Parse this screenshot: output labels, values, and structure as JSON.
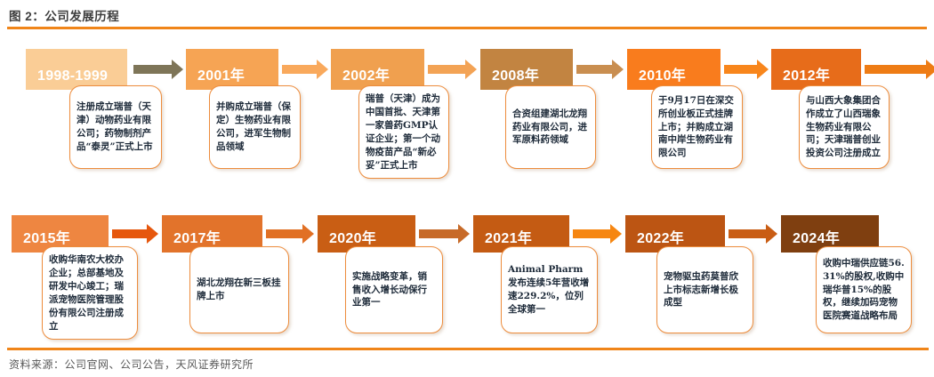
{
  "figure": {
    "title": "图 2：公司发展历程",
    "source": "资料来源：公司官网、公司公告，天风证券研究所",
    "accent_color": "#F08519",
    "box_border_color": "#ED8C3C"
  },
  "timeline": {
    "rows": [
      {
        "stages": [
          {
            "year": "1998-1999",
            "desc": "注册成立瑞普（天津）动物药业有限公司；药物制剂产品“泰灵”正式上市",
            "block_color": "#FACD96",
            "arrow_color": "#7E7558"
          },
          {
            "year": "2001年",
            "desc": "并购成立瑞普（保定）生物药业有限公司，进军生物制品领域",
            "block_color": "#F6A454",
            "arrow_color": "#F9A95C"
          },
          {
            "year": "2002年",
            "desc": "瑞普（天津）成为中国首批、天津第一家兽药GMP认证企业；第一个动物疫苗产品“新必妥”正式上市",
            "block_color": "#F0A04F",
            "arrow_color": "#F3A355"
          },
          {
            "year": "2008年",
            "desc": "合资组建湖北龙翔药业有限公司，进军原料药领域",
            "block_color": "#C28441",
            "arrow_color": "#C98E50"
          },
          {
            "year": "2010年",
            "desc": "于9月17日在深交所创业板正式挂牌上市；并购成立湖南中岸生物药业有限公司",
            "block_color": "#F97C1D",
            "arrow_color": "#F8861C"
          },
          {
            "year": "2012年",
            "desc": "与山西大象集团合作成立了山西瑞象生物药业有限公司；天津瑞普创业投资公司注册成立",
            "block_color": "#E76C1A",
            "arrow_color": "#EE7C15"
          }
        ]
      },
      {
        "stages": [
          {
            "year": "2015年",
            "desc": "收购华南农大校办企业；总部基地及研发中心竣工；瑞派宠物医院管理股份有限公司注册成立",
            "block_color": "#EE8641",
            "arrow_color": "#E6570D"
          },
          {
            "year": "2017年",
            "desc": "湖北龙翔在新三板挂牌上市",
            "block_color": "#E2732B",
            "arrow_color": "#E17024"
          },
          {
            "year": "2020年",
            "desc": "实施战略变革，销售收入增长动保行业第一",
            "block_color": "#C95E14",
            "arrow_color": "#C76A28"
          },
          {
            "year": "2021年",
            "desc": "Animal Pharm发布连续5年营收增速229.2%，位列全球第一",
            "block_color": "#C45B13",
            "arrow_color": "#F68611"
          },
          {
            "year": "2022年",
            "desc": "宠物驱虫药莫普欣上市标志新增长极成型",
            "block_color": "#BC5513",
            "arrow_color": "#C95D14"
          },
          {
            "year": "2024年",
            "desc": "收购中瑞供应链56.31%的股权,收购中瑞华普15%的股权，继续加码宠物医院赛道战略布局",
            "block_color": "#7F3F10",
            "arrow_color": null
          }
        ]
      }
    ]
  }
}
